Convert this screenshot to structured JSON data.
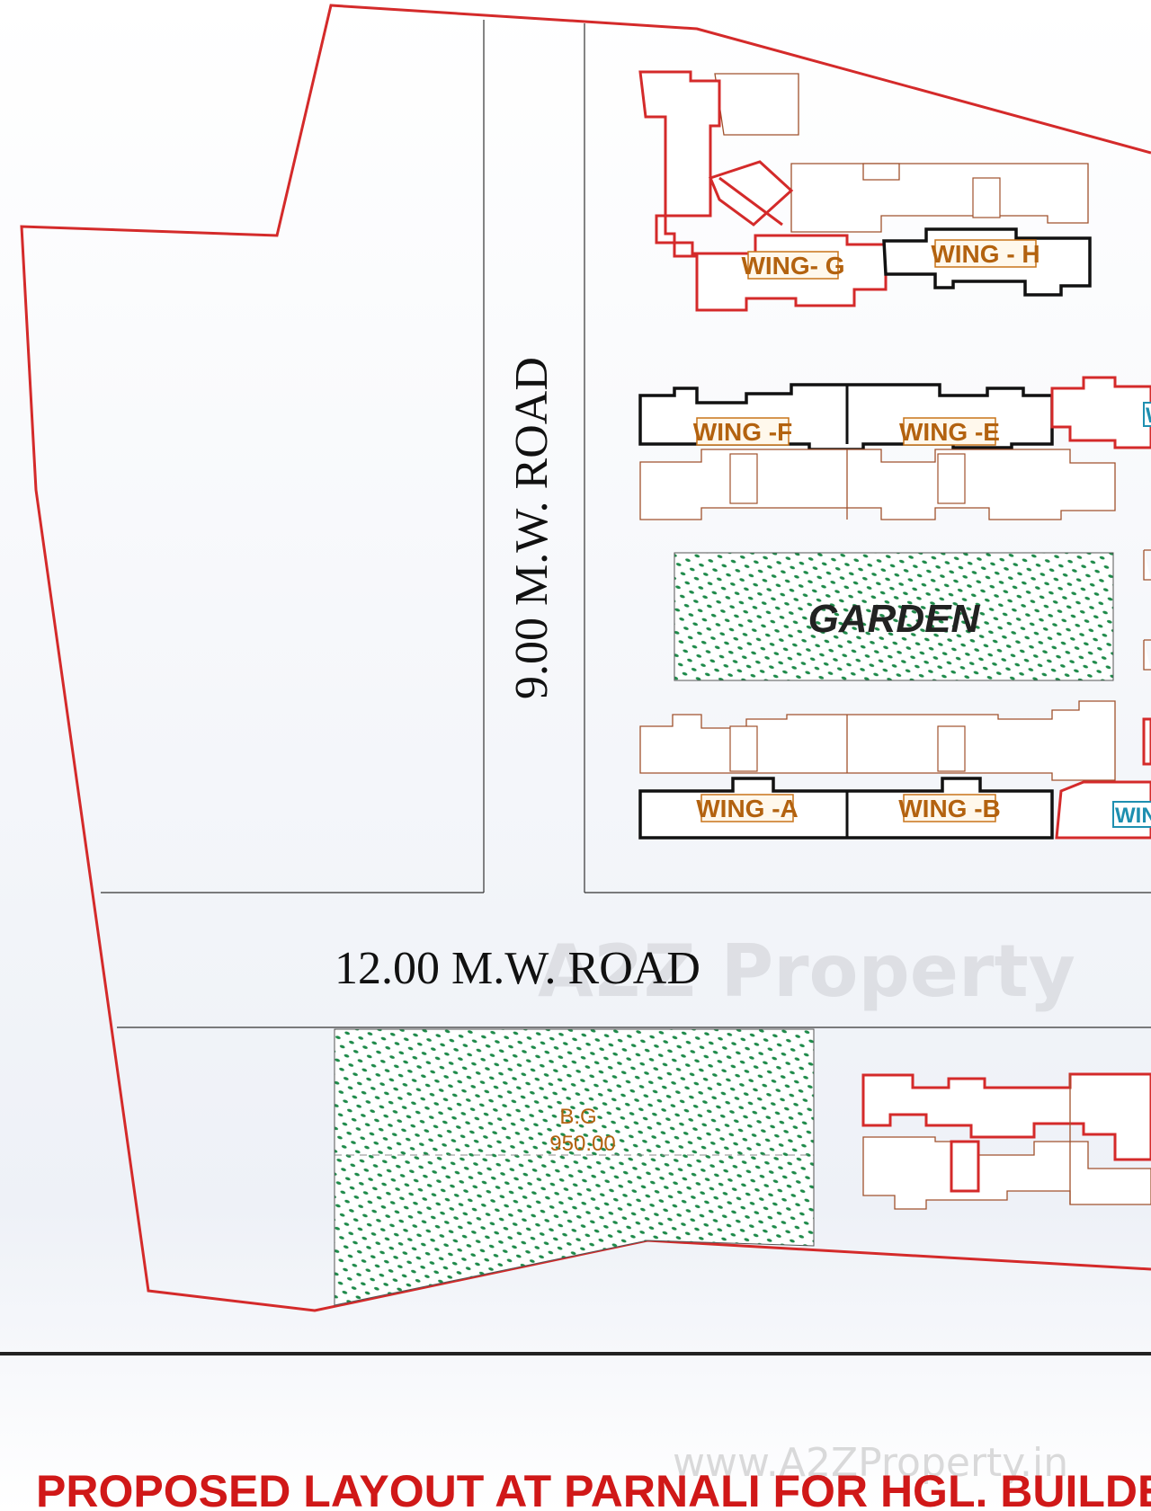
{
  "labels": {
    "road_vertical": "9.00 M.W. ROAD",
    "road_horizontal": "12.00 M.W. ROAD",
    "garden": "GARDEN",
    "bg_line1": "B.G",
    "bg_line2": "950.00",
    "watermark": "A2Z Property",
    "watermark_url": "www.A2ZProperty.in",
    "title": "PROPOSED LAYOUT AT PARNALI FOR HGL. BUILDE"
  },
  "wings": {
    "g": "WING- G",
    "h": "WING - H",
    "f": "WING -F",
    "e": "WING -E",
    "a": "WING -A",
    "b": "WING -B",
    "partial_top": "W",
    "partial_bottom": "WIN"
  },
  "colors": {
    "boundary": "#d42a2a",
    "garden_hatch": "#1e8a4a",
    "label": "#b3620f",
    "title": "#d01818"
  }
}
